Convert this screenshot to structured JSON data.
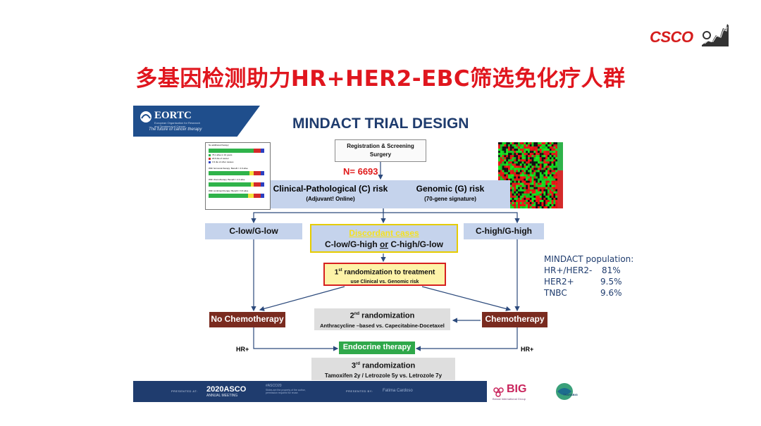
{
  "logo": {
    "text": "CSCO",
    "icon": "great-wall-icon"
  },
  "title": "多基因检测助力HR+HER2-EBC筛选免化疗人群",
  "slide": {
    "header": {
      "org": "EORTC",
      "org_subtitle": "European Organisation for Research and Treatment of Cancer",
      "tagline": "The future of cancer therapy"
    },
    "title": "MINDACT TRIAL DESIGN",
    "registration": {
      "line1": "Registration & Screening",
      "line2": "Surgery"
    },
    "n_count": "N= 6693",
    "risk": {
      "clinical": "Clinical-Pathological  (C) risk",
      "clinical_sub": "(Adjuvant! Online)",
      "genomic": "Genomic (G) risk",
      "genomic_sub": "(70-gene signature)"
    },
    "groups": {
      "low": "C-low/G-low",
      "discordant_label": "Discordant cases",
      "discordant_text_1": "C-low/G-high",
      "discordant_or": "or",
      "discordant_text_2": "C-high/G-low",
      "high": "C-high/G-high"
    },
    "rand1": {
      "prefix": "1",
      "sup": "st",
      "title": " randomization to treatment",
      "sub": "use Clinical vs. Genomic risk"
    },
    "population": {
      "title": "MINDACT population:",
      "rows": [
        {
          "label": "HR+/HER2-",
          "value": "81%"
        },
        {
          "label": "HER2+",
          "value": "9.5%"
        },
        {
          "label": "TNBC",
          "value": "9.6%"
        }
      ]
    },
    "no_chemo": "No Chemotherapy",
    "rand2": {
      "prefix": "2",
      "sup": "nd",
      "title": " randomization",
      "sub": "Anthracycline –based vs. Capecitabine-Docetaxel"
    },
    "chemo": "Chemotherapy",
    "hr_left": "HR+",
    "hr_right": "HR+",
    "endocrine": "Endocrine therapy",
    "rand3": {
      "prefix": "3",
      "sup": "rd",
      "title": " randomization",
      "sub": "Tamoxifen 2y / Letrozole 5y vs. Letrozole 7y"
    },
    "footer": {
      "presented_at": "PRESENTED AT:",
      "asco_year": "2020ASCO",
      "asco_meeting": "ANNUAL MEETING",
      "hashtag": "#ASCO20",
      "hashtag_note": "Slides are the property of the author, permission required for reuse.",
      "presented_by": "PRESENTED BY:",
      "presenter": "Fatima Cardoso",
      "big": "BIG",
      "big_sub": "Breast International Group",
      "transbig": "TRANSBIG"
    },
    "adjuvant_thumb_lines": [
      "No additional therapy:",
      "76.1 alive in 10 years",
      "20.6 die of cancer",
      "3.3 die of other causes",
      "With hormonal therapy:  Benefit = 4.9 alive",
      "With chemotherapy:  Benefit = 2.4 alive",
      "With combined therapy:  Benefit = 6.6 alive"
    ]
  },
  "colors": {
    "title_red": "#e0161e",
    "navy": "#1f3c6e",
    "risk_blue": "#c5d3ec",
    "brown": "#7a2b1f",
    "green": "#2fa84a",
    "yellow_box": "#fdf3a8",
    "red_border": "#d62020"
  }
}
